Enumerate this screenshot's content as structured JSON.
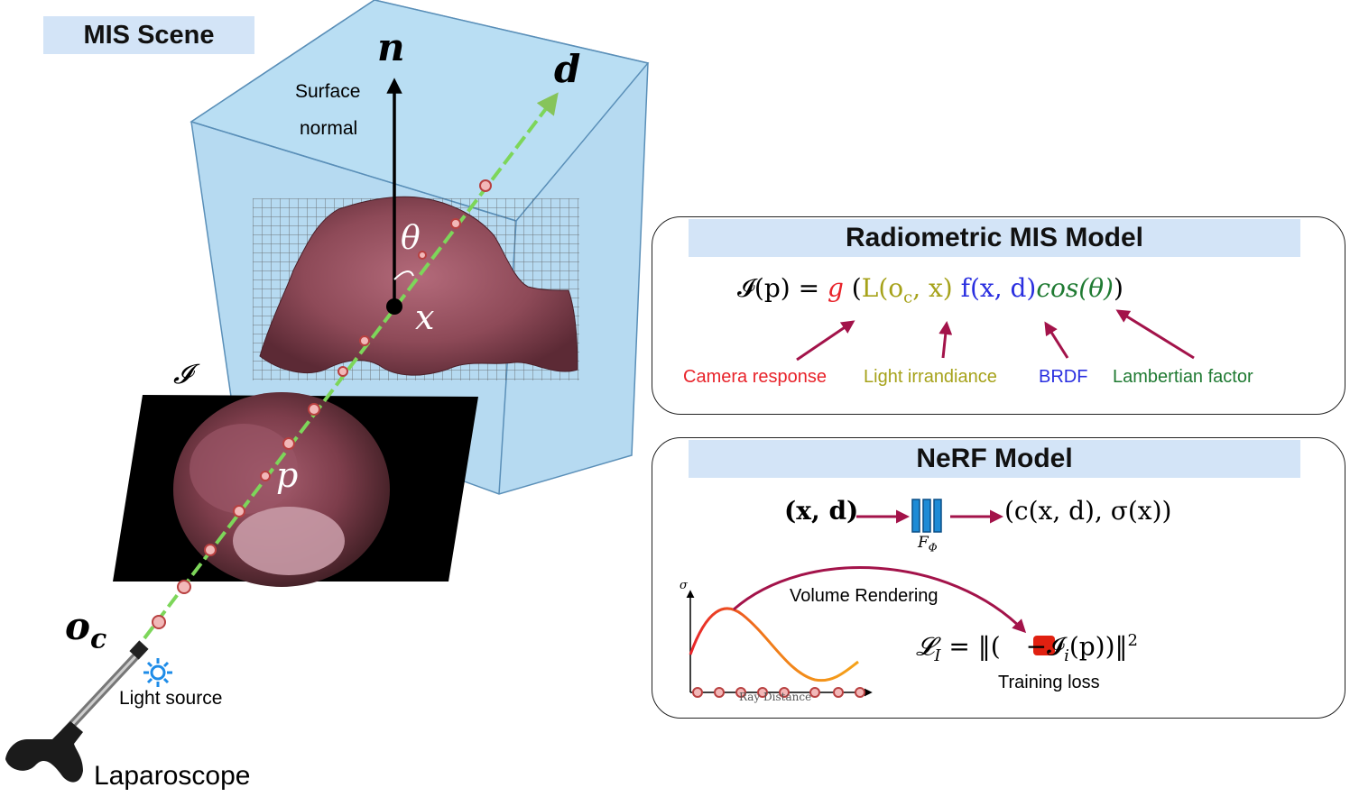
{
  "scene": {
    "title": "MIS Scene",
    "surface_normal_line1": "Surface",
    "surface_normal_line2": "normal",
    "normal_symbol": "n",
    "direction_symbol": "d",
    "theta_symbol": "θ",
    "point_x_symbol": "x",
    "image_symbol": "𝓘",
    "pixel_symbol": "p",
    "origin_symbol_main": "o",
    "origin_symbol_sub": "c",
    "light_source_label": "Light source",
    "laparoscope_label": "Laparoscope"
  },
  "radiometric": {
    "title": "Radiometric MIS Model",
    "eq_lhs": "𝓘(p) = ",
    "eq_g": "g",
    "eq_open": " (",
    "eq_L": "L(o",
    "eq_L_sub": "c",
    "eq_L_end": ", x)",
    "eq_f": " f(x, d)",
    "eq_cos": "cos(θ)",
    "eq_close": ")",
    "camera_response": "Camera response",
    "light_irradiance": "Light irrandiance",
    "brdf": "BRDF",
    "lambertian": "Lambertian factor"
  },
  "nerf": {
    "title": "NeRF Model",
    "input": "(x, d)",
    "network_main": "F",
    "network_sub": "Φ",
    "output": "(c(x, d), σ(x))",
    "volume_rendering": "Volume Rendering",
    "loss_lhs": "𝓛",
    "loss_sub": "I",
    "loss_eq": " = ‖(",
    "loss_mid": "−𝓘",
    "loss_mid_sub": "i",
    "loss_end": "(p))‖",
    "loss_sup": "2",
    "training_loss": "Training loss",
    "plot_ylabel": "σ",
    "plot_xlabel": "Ray Distance"
  },
  "colors": {
    "camera_response": "#e8232a",
    "light_irradiance": "#a6a21a",
    "brdf": "#2a2fe0",
    "lambertian": "#1f7a32",
    "arrow": "#a3134a",
    "ray": "#7dd65a",
    "box_fill": "#a9d4ee",
    "title_fill": "#d3e4f7",
    "network": "#1d8bd6"
  }
}
